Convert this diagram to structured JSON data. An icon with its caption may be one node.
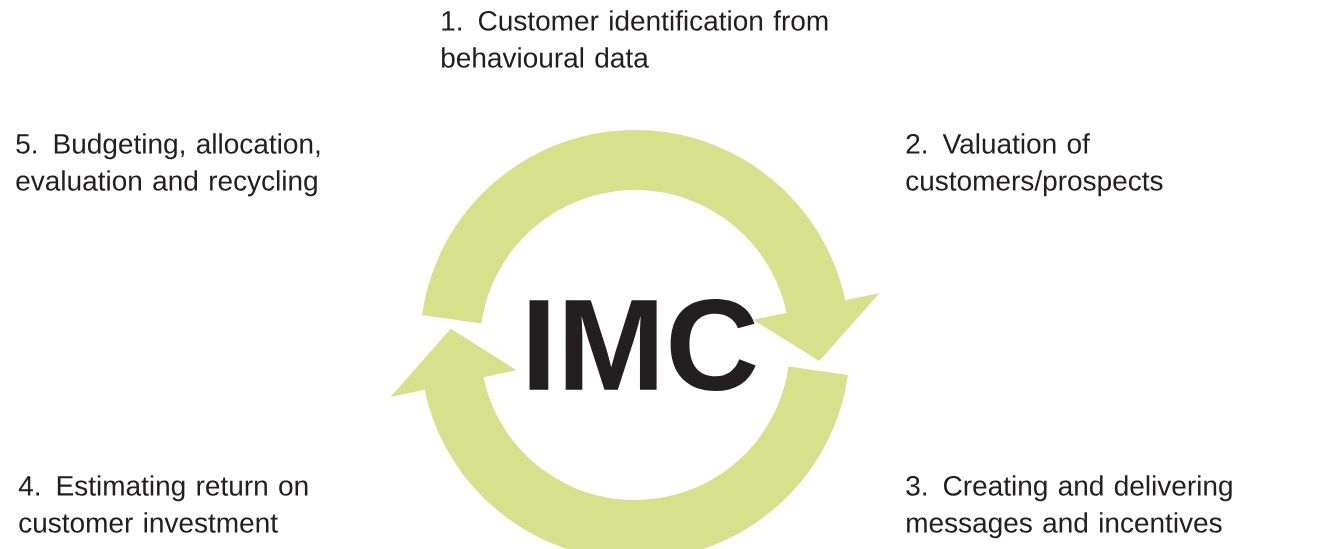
{
  "diagram": {
    "labels": [
      "1. Customer identification from behavioural data",
      "5. Budgeting, allocation, evaluation and recycling",
      "2. Valuation of customers/prospects",
      "IMC",
      "4. Estimating return on customer investment",
      "3. Creating and delivering messages and incentives"
    ]
  }
}
